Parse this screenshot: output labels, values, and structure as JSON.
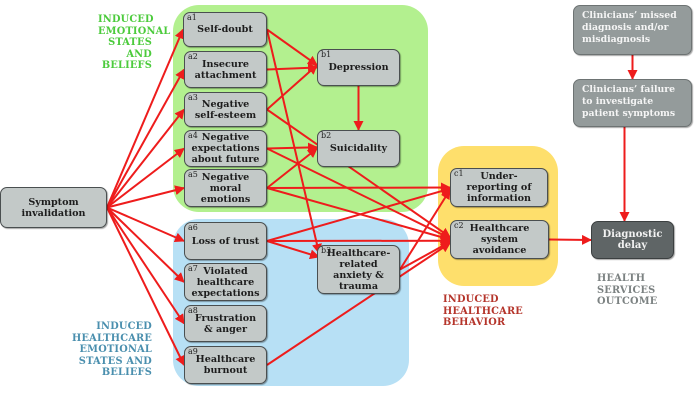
{
  "diagram": {
    "regions": {
      "emotional": {
        "label": "INDUCED\nEMOTIONAL\nSTATES AND\nBELIEFS",
        "color": "#b3f08f",
        "label_color": "#4ccb3c"
      },
      "healthcare_emotional": {
        "label": "INDUCED\nHEALTHCARE\nEMOTIONAL\nSTATES AND\nBELIEFS",
        "color": "#b7e0f5",
        "label_color": "#4a8fae"
      },
      "behavior": {
        "label": "INDUCED\nHEALTHCARE\nBEHAVIOR",
        "color": "#fedf6c",
        "label_color": "#b5352b"
      },
      "outcome": {
        "label": "HEALTH\nSERVICES\nOUTCOME",
        "label_color": "#7c8282"
      }
    },
    "nodes": {
      "S": {
        "id": "",
        "text": "Symptom invalidation"
      },
      "a1": {
        "id": "a1",
        "text": "Self-doubt"
      },
      "a2": {
        "id": "a2",
        "text": "Insecure attachment"
      },
      "a3": {
        "id": "a3",
        "text": "Negative self-esteem"
      },
      "a4": {
        "id": "a4",
        "text": "Negative expectations about future"
      },
      "a5": {
        "id": "a5",
        "text": "Negative moral emotions"
      },
      "a6": {
        "id": "a6",
        "text": "Loss of trust"
      },
      "a7": {
        "id": "a7",
        "text": "Violated healthcare expectations"
      },
      "a8": {
        "id": "a8",
        "text": "Frustration & anger"
      },
      "a9": {
        "id": "a9",
        "text": "Healthcare burnout"
      },
      "b1": {
        "id": "b1",
        "text": "Depression"
      },
      "b2": {
        "id": "b2",
        "text": "Suicidality"
      },
      "b3": {
        "id": "b3",
        "text": "Healthcare-related anxiety & trauma"
      },
      "c1": {
        "id": "c1",
        "text": "Under-reporting of information"
      },
      "c2": {
        "id": "c2",
        "text": "Healthcare system avoidance"
      },
      "cl1": {
        "id": "",
        "text": "Clinicians’ missed diagnosis and/or misdiagnosis"
      },
      "cl2": {
        "id": "",
        "text": "Clinicians’ failure to investigate patient symptoms"
      },
      "dd": {
        "id": "",
        "text": "Diagnostic delay"
      }
    },
    "edges": [
      [
        "S",
        "a1"
      ],
      [
        "S",
        "a2"
      ],
      [
        "S",
        "a3"
      ],
      [
        "S",
        "a4"
      ],
      [
        "S",
        "a5"
      ],
      [
        "S",
        "a6"
      ],
      [
        "S",
        "a7"
      ],
      [
        "S",
        "a8"
      ],
      [
        "S",
        "a9"
      ],
      [
        "a1",
        "b1"
      ],
      [
        "a1",
        "b3"
      ],
      [
        "a2",
        "b1"
      ],
      [
        "a3",
        "b1"
      ],
      [
        "a3",
        "c2"
      ],
      [
        "a4",
        "b2"
      ],
      [
        "a4",
        "c2"
      ],
      [
        "a5",
        "b2"
      ],
      [
        "a5",
        "c1"
      ],
      [
        "a5",
        "c2"
      ],
      [
        "a6",
        "c1"
      ],
      [
        "a6",
        "c2"
      ],
      [
        "a6",
        "b3"
      ],
      [
        "a9",
        "c2"
      ],
      [
        "b1",
        "b2"
      ],
      [
        "b3",
        "c1"
      ],
      [
        "b3",
        "c2"
      ],
      [
        "c2",
        "dd"
      ],
      [
        "cl1",
        "cl2"
      ],
      [
        "cl2",
        "dd"
      ]
    ],
    "edge_color": "#ee1c1c"
  }
}
